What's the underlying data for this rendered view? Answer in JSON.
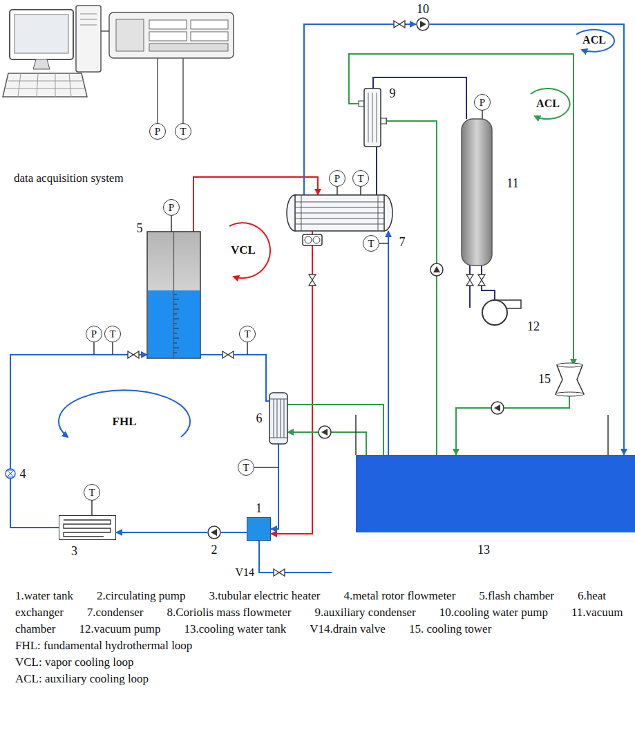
{
  "diagram": {
    "nodes": [
      {
        "text": [
          "1"
        ]
      },
      {
        "text": [
          "2"
        ]
      },
      {
        "text": [
          "3"
        ]
      },
      {
        "text": [
          "4"
        ]
      },
      {
        "text": [
          "5"
        ]
      },
      {
        "text": [
          "6"
        ]
      },
      {
        "text": [
          "7"
        ]
      },
      {
        "text": [
          "9"
        ]
      },
      {
        "text": [
          "10"
        ]
      },
      {
        "text": [
          "11"
        ]
      },
      {
        "text": [
          "12"
        ]
      },
      {
        "text": [
          "13"
        ]
      },
      {
        "text": [
          "15"
        ]
      },
      {
        "text": [
          "P"
        ]
      },
      {
        "text": [
          "T"
        ]
      },
      {
        "text": [
          "P"
        ]
      },
      {
        "text": [
          "P"
        ]
      },
      {
        "text": [
          "T"
        ]
      },
      {
        "text": [
          "T"
        ]
      },
      {
        "text": [
          "T"
        ]
      },
      {
        "text": [
          "T"
        ]
      },
      {
        "text": [
          "P"
        ]
      },
      {
        "text": [
          "T"
        ]
      },
      {
        "text": [
          "T"
        ]
      },
      {
        "text": [
          "P"
        ]
      }
    ],
    "edges": [
      {
        "from": 0,
        "to": 1,
        "arrow": "none"
      },
      {
        "from": 1,
        "to": 2,
        "arrow": "to"
      },
      {
        "from": 2,
        "to": 3,
        "arrow": "none"
      },
      {
        "from": 3,
        "to": 4,
        "arrow": "to"
      },
      {
        "from": 4,
        "to": 5,
        "arrow": "none"
      },
      {
        "from": 5,
        "to": 0,
        "arrow": "to"
      },
      {
        "from": 4,
        "to": 6,
        "arrow": "to"
      },
      {
        "from": 6,
        "to": 0,
        "arrow": "to"
      },
      {
        "from": 6,
        "to": 8,
        "arrow": "to"
      },
      {
        "from": 8,
        "to": 11,
        "arrow": "to"
      },
      {
        "from": 11,
        "to": 6,
        "arrow": "to"
      },
      {
        "from": 11,
        "to": 7,
        "arrow": "to"
      },
      {
        "from": 7,
        "to": 12,
        "arrow": "to"
      },
      {
        "from": 12,
        "to": 11,
        "arrow": "to"
      },
      {
        "from": 11,
        "to": 5,
        "arrow": "to"
      },
      {
        "from": 5,
        "to": 11,
        "arrow": "none"
      },
      {
        "from": 6,
        "to": 7,
        "arrow": "none"
      },
      {
        "from": 7,
        "to": 9,
        "arrow": "none"
      },
      {
        "from": 9,
        "to": 10,
        "arrow": "none"
      },
      {
        "from": 4,
        "to": 15,
        "arrow": "none"
      },
      {
        "from": 2,
        "to": 19,
        "arrow": "none"
      },
      {
        "from": 6,
        "to": 21,
        "arrow": "none"
      },
      {
        "from": 6,
        "to": 22,
        "arrow": "none"
      },
      {
        "from": 9,
        "to": 24,
        "arrow": "none"
      }
    ],
    "labels": [
      "ACL",
      "ACL",
      "data acquisition system",
      "VCL",
      "FHL",
      "V14",
      "1.water tank",
      "2.circulating pump",
      "3.tubular electric heater",
      "4.metal rotor flowmeter",
      "5.flash chamber",
      "6.heat exchanger",
      "7.condenser",
      "8.Coriolis mass flowmeter",
      "9.auxiliary condenser",
      "10.cooling water pump",
      "11.vacuum chamber",
      "12.vacuum pump",
      "13.cooling water tank",
      "V14.drain valve",
      "15. cooling tower",
      "FHL: fundamental hydrothermal loop",
      "VCL: vapor cooling loop",
      "ACL: auxiliary cooling loop"
    ]
  }
}
